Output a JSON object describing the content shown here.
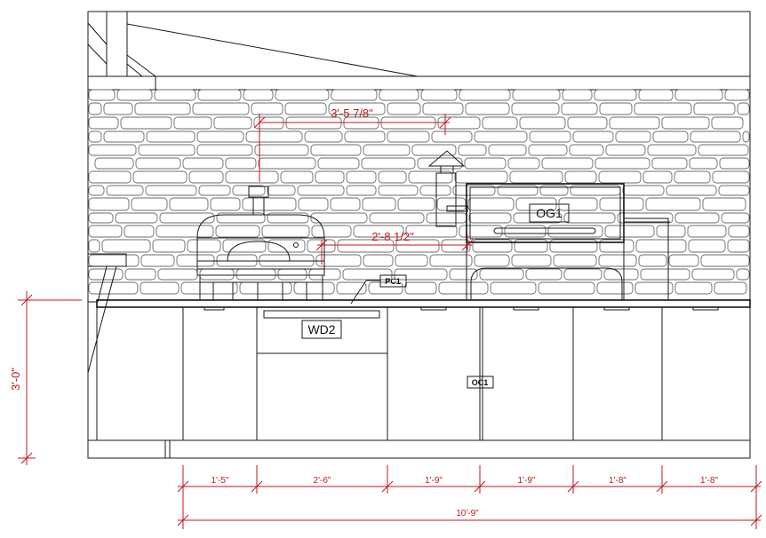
{
  "colors": {
    "dimension": "#c4161c",
    "linework": "#1a1a1a",
    "stone": "#6b6b6b"
  },
  "tags": {
    "og1": "OG1",
    "wd2": "WD2",
    "pc1": "PC1",
    "oc1": "OC1"
  },
  "dimensions": {
    "oven_offset": "3'-5 7/8\"",
    "oven_to_grill": "2'-8 1/2\"",
    "height": "3'-0\"",
    "segments": [
      "1'-5\"",
      "2'-6\"",
      "1'-9\"",
      "1'-9\"",
      "1'-8\"",
      "1'-8\""
    ],
    "total": "10'-9\""
  }
}
